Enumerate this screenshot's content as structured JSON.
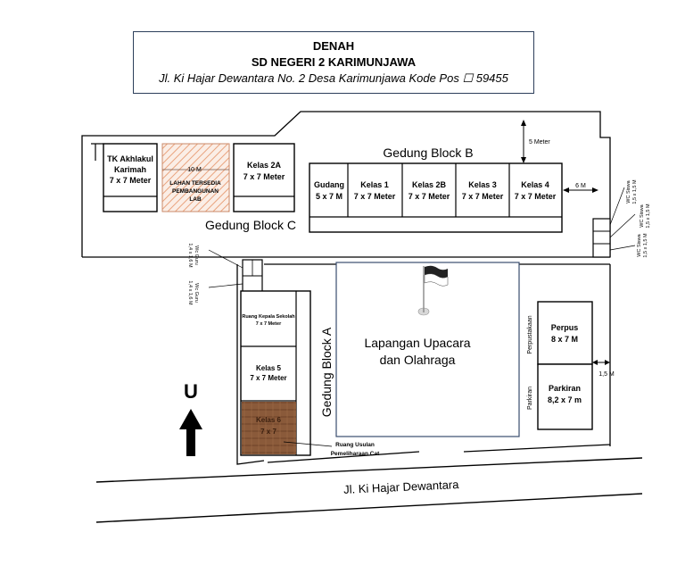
{
  "header": {
    "title": "DENAH",
    "school": "SD NEGERI 2 KARIMUNJAWA",
    "address": "Jl. Ki Hajar Dewantara No. 2 Desa Karimunjawa Kode Pos ☐ 59455"
  },
  "block_b": {
    "label": "Gedung Block B",
    "rooms": [
      {
        "name": "Gudang",
        "size": "5 x 7 M"
      },
      {
        "name": "Kelas 1",
        "size": "7 x 7 Meter"
      },
      {
        "name": "Kelas 2B",
        "size": "7 x 7 Meter"
      },
      {
        "name": "Kelas 3",
        "size": "7 x 7 Meter"
      },
      {
        "name": "Kelas 4",
        "size": "7 x 7 Meter"
      }
    ],
    "dim_top": "5 Meter",
    "dim_right": "6 M"
  },
  "block_c": {
    "label": "Gedung Block C",
    "tk_name": "TK Akhlakul",
    "tk_name2": "Karimah",
    "tk_size": "7 x 7 Meter",
    "lab_dim": "10 M",
    "lab_line1": "LAHAN TERSEDIA",
    "lab_line2": "PEMBANGUNAN",
    "lab_line3": "LAB",
    "kelas2a": "Kelas 2A",
    "kelas2a_size": "7 x 7 Meter"
  },
  "block_a": {
    "label": "Gedung Block A",
    "kepsek": "Ruang Kepala Sekolah",
    "kepsek_size": "7 x 7 Meter",
    "kelas5": "Kelas 5",
    "kelas5_size": "7 x 7 Meter",
    "kelas6": "Kelas 6",
    "kelas6_size": "7 x 7",
    "usulan1": "Ruang Usulan",
    "usulan2": "Pemeliharaan Cat"
  },
  "wc": {
    "left_a1": "Wc Guru",
    "left_a2": "1,4 x 1,6 M",
    "left_b1": "Wc Guru",
    "left_b2": "1,4 x 1,6 M",
    "right_a1": "WC Siswa",
    "right_a2": "1,5 x 1,5 M",
    "right_b1": "WC Siswa",
    "right_b2": "1,5 x 1,5 M",
    "right_c1": "WC Siswa",
    "right_c2": "1,5 x 1,5 M"
  },
  "field": {
    "line1": "Lapangan Upacara",
    "line2": "dan Olahraga"
  },
  "perpus": {
    "name": "Perpus",
    "size": "8 x 7 M",
    "side": "Perpustakaan"
  },
  "parkir": {
    "name": "Parkiran",
    "size": "8,2 x 7 m",
    "side": "Parkiran",
    "dim": "1,5 M"
  },
  "compass": "U",
  "road": "Jl. Ki Hajar Dewantara",
  "colors": {
    "lab_hatch": "#e9a27c",
    "kelas6_fill": "#8a5a3a",
    "frame": "#2c3e5a"
  }
}
